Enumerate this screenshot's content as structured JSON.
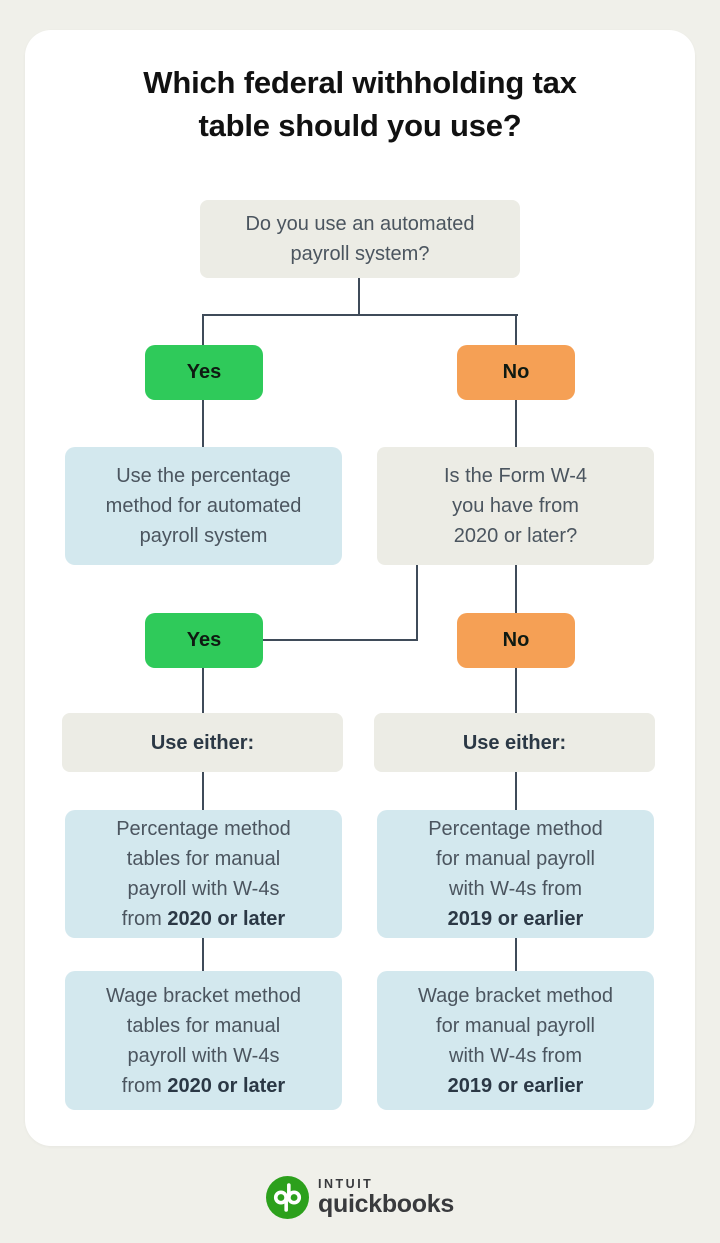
{
  "title": {
    "line1": "Which federal withholding tax",
    "line2": "table should you use?"
  },
  "flow": {
    "question1": {
      "line1": "Do you use an automated",
      "line2": "payroll system?"
    },
    "yes_label": "Yes",
    "no_label": "No",
    "automated_result": {
      "line1": "Use the percentage",
      "line2": "method for automated",
      "line3": "payroll system"
    },
    "w4_question": {
      "line1": "Is the Form W-4",
      "line2": "you have from",
      "line3": "2020 or later?"
    },
    "use_either_label": "Use either:",
    "percentage_2020": {
      "line1": "Percentage method",
      "line2": "tables for manual",
      "line3": "payroll with W-4s",
      "line4_prefix": "from ",
      "line4_bold": "2020 or later"
    },
    "percentage_2019": {
      "line1": "Percentage method",
      "line2": "for manual payroll",
      "line3": "with W-4s from",
      "line4_bold": "2019 or earlier"
    },
    "wage_2020": {
      "line1": "Wage bracket method",
      "line2": "tables for manual",
      "line3": "payroll with W-4s",
      "line4_prefix": "from ",
      "line4_bold": "2020 or later"
    },
    "wage_2019": {
      "line1": "Wage bracket method",
      "line2": "for manual payroll",
      "line3": "with W-4s from",
      "line4_bold": "2019 or earlier"
    }
  },
  "footer": {
    "brand_intuit": "INTUIT",
    "brand_quickbooks": "quickbooks",
    "logo_monogram": "qb"
  },
  "colors": {
    "page_bg": "#f0f0ea",
    "card_bg": "#ffffff",
    "yes_green": "#2fca5a",
    "no_orange": "#f5a055",
    "result_blue": "#d3e8ee",
    "neutral_gray": "#ecece5",
    "connector": "#3f4b59",
    "body_text": "#4b555f",
    "emphasis_text": "#2b3845",
    "title_text": "#111111",
    "brand_green": "#2ca01c",
    "brand_text": "#393a3d"
  }
}
